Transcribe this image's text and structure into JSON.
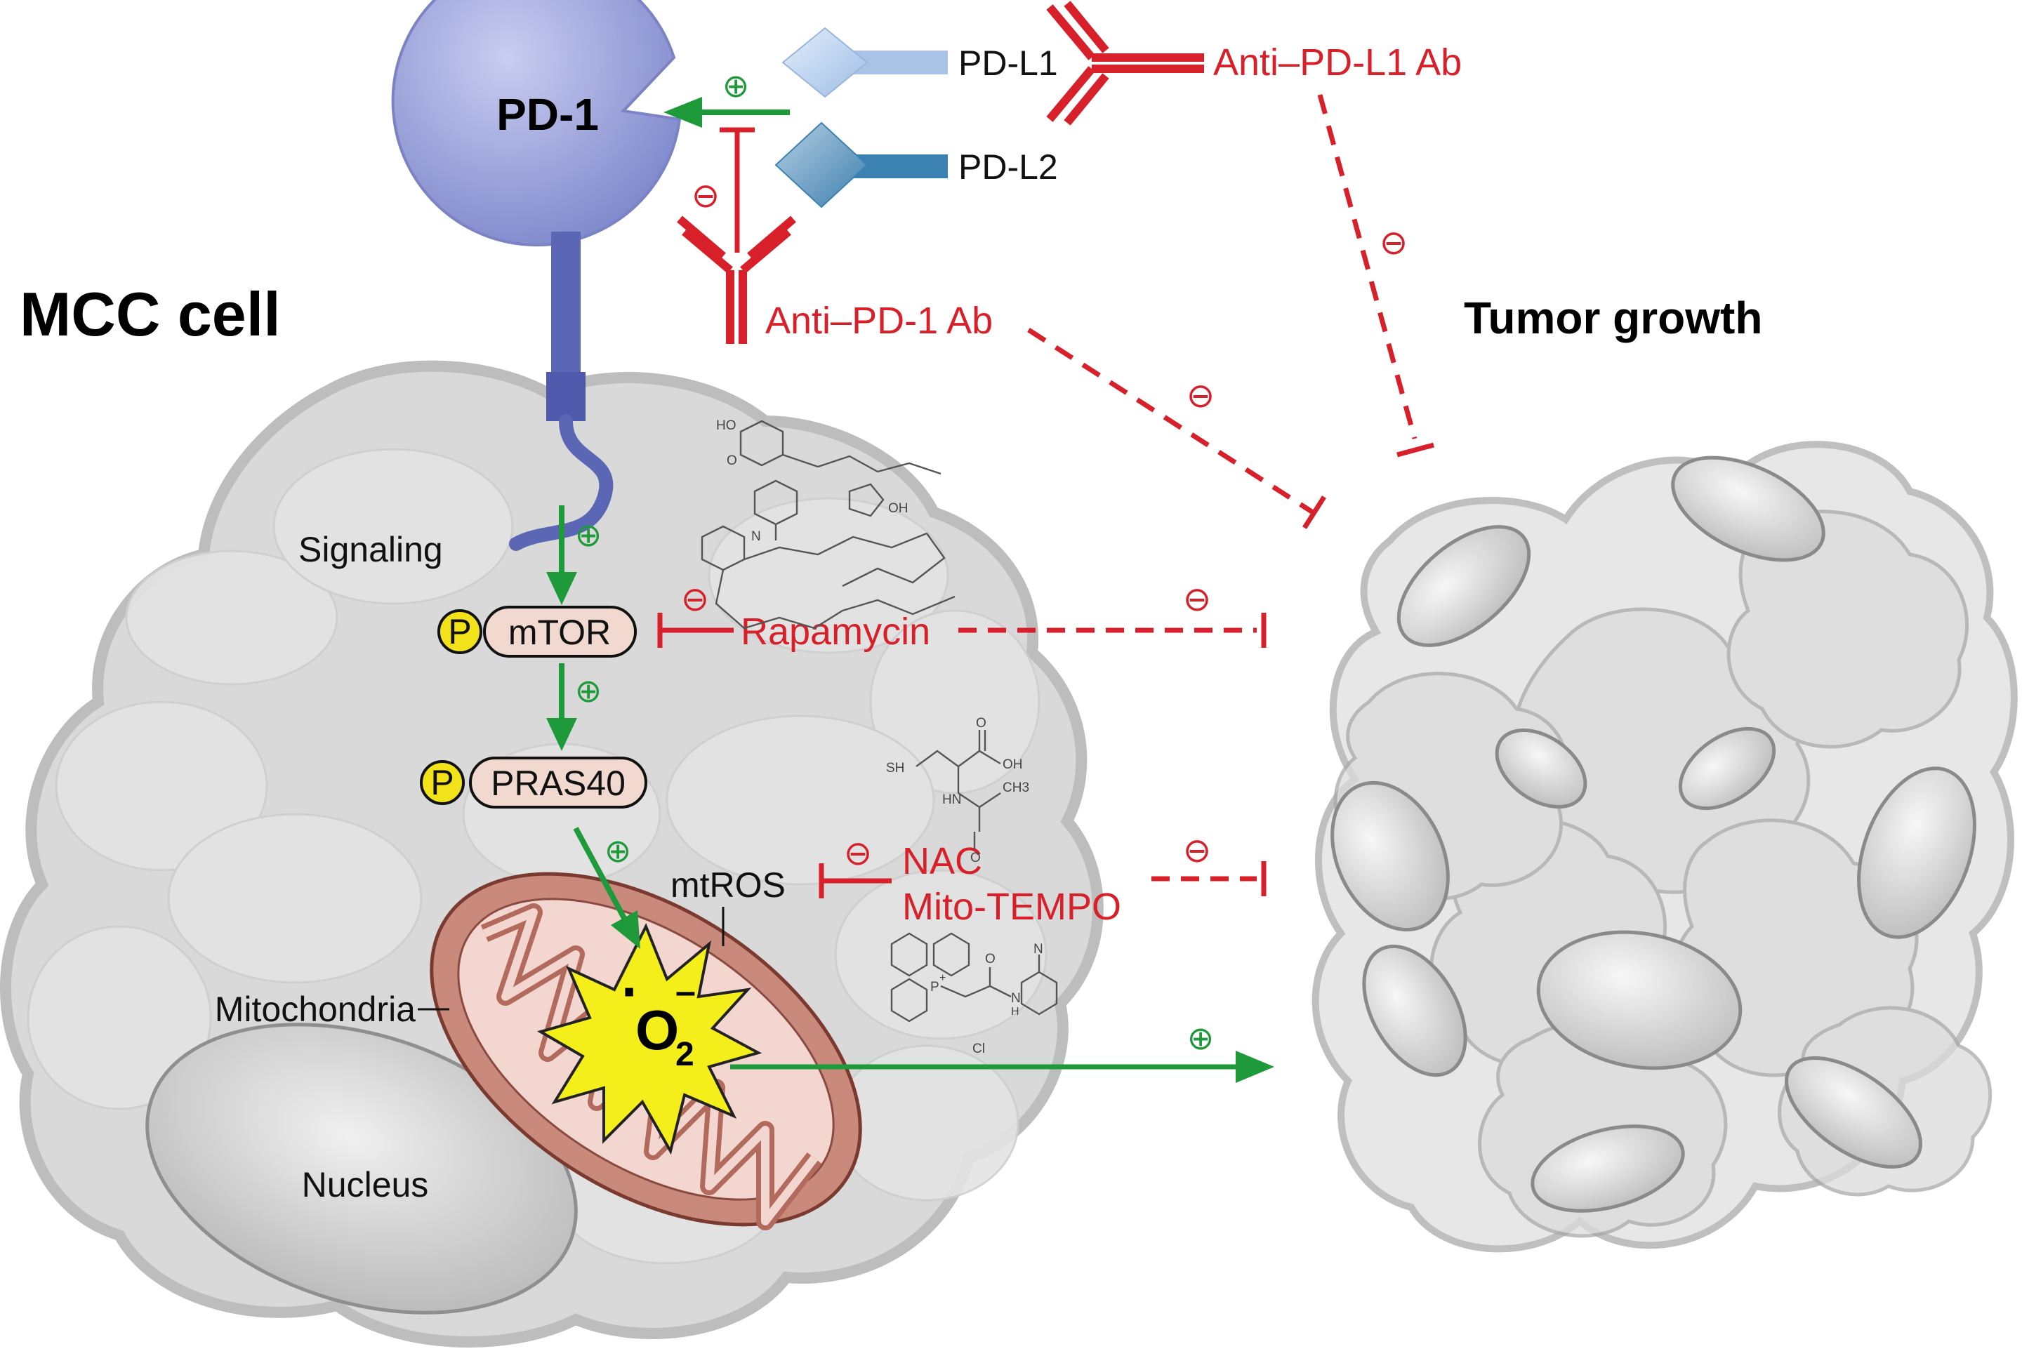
{
  "colors": {
    "activation": "#1f9a3a",
    "inhibition": "#d8202a",
    "pd1": "#8f97d2",
    "pdl1": "#a9c3e6",
    "pdl2": "#3b82b2",
    "mitochondria": "#c98a7c",
    "superoxide": "#f4ef1a",
    "phospho": "#f2e21a",
    "cell_fill": "#d9d9d9"
  },
  "labels": {
    "mcc_cell": "MCC cell",
    "tumor_growth": "Tumor growth",
    "pd1": "PD-1",
    "pdl1": "PD-L1",
    "pdl2": "PD-L2",
    "anti_pdl1": "Anti–PD-L1 Ab",
    "anti_pd1": "Anti–PD-1 Ab",
    "signaling": "Signaling",
    "phospho": "P",
    "mtor": "mTOR",
    "pras40": "PRAS40",
    "rapamycin": "Rapamycin",
    "mtros": "mtROS",
    "nac": "NAC",
    "mito_tempo": "Mito-TEMPO",
    "mitochondria": "Mitochondria",
    "nucleus": "Nucleus",
    "superoxide_o": "O",
    "superoxide_sub": "2",
    "superoxide_sup": "–",
    "superoxide_dot": "·",
    "plus": "⊕",
    "minus": "⊖"
  },
  "chemistry": {
    "nac": {
      "sh": "SH",
      "oh": "OH",
      "o1": "O",
      "o2": "O",
      "nh": "HN",
      "ch3": "CH3"
    },
    "mito_tempo": {
      "p": "P",
      "plus": "+",
      "nh": "N",
      "n": "N",
      "o": "O",
      "cl": "Cl",
      "h": "H"
    },
    "rapamycin": {
      "ho": "HO",
      "o": "O",
      "n": "N",
      "oh": "OH"
    }
  }
}
